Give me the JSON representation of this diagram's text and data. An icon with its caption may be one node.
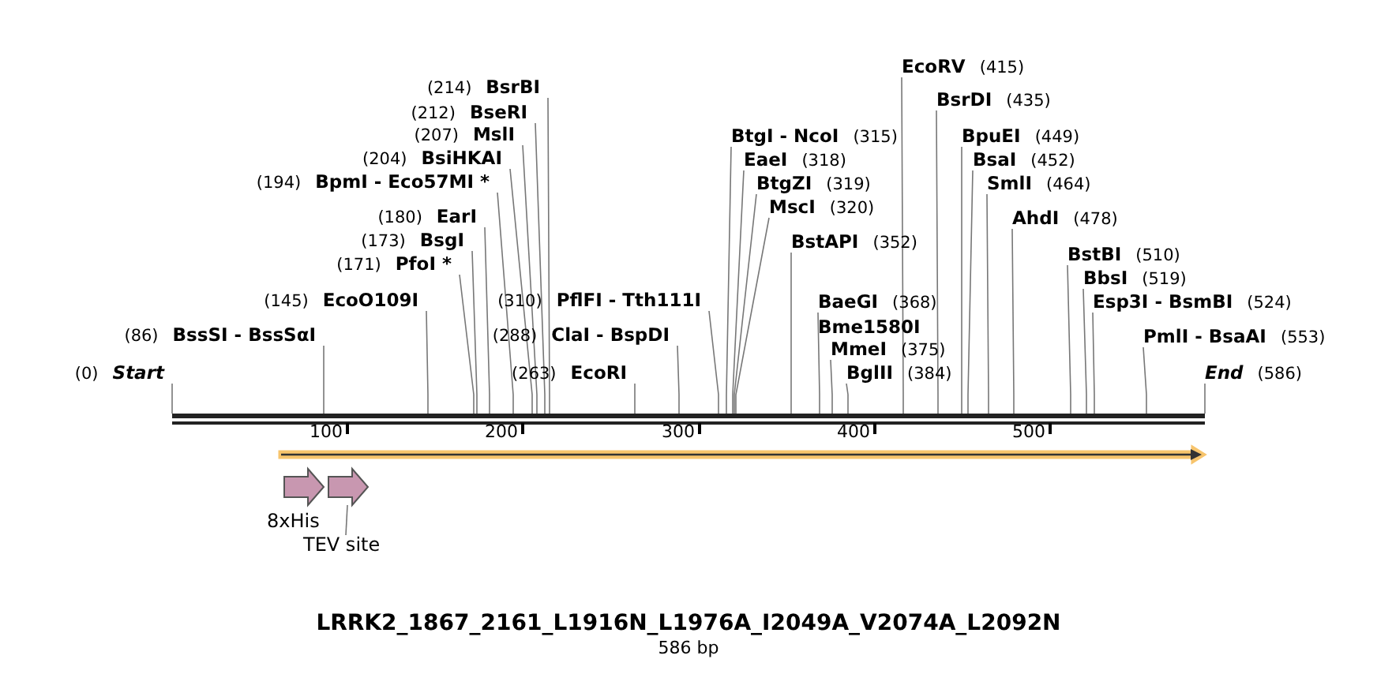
{
  "diagram": {
    "title": "LRRK2_1867_2161_L1916N_L1976A_I2049A_V2074A_L2092N",
    "caption": "586 bp",
    "nodes": [
      {
        "text": [],
        "shape": "bar"
      },
      {
        "text": [
          "(0)",
          "Start"
        ]
      },
      {
        "text": [
          "(86)",
          "BssSI - BssSαI"
        ]
      },
      {
        "text": [
          "(145)",
          "EcoO109I"
        ]
      },
      {
        "text": [
          "(171)",
          "PfoI *"
        ]
      },
      {
        "text": [
          "(173)",
          "BsgI"
        ]
      },
      {
        "text": [
          "(180)",
          "EarI"
        ]
      },
      {
        "text": [
          "(194)",
          "BpmI - Eco57MI *"
        ]
      },
      {
        "text": [
          "(204)",
          "BsiHKAI"
        ]
      },
      {
        "text": [
          "(207)",
          "MslI"
        ]
      },
      {
        "text": [
          "(212)",
          "BseRI"
        ]
      },
      {
        "text": [
          "(214)",
          "BsrBI"
        ]
      },
      {
        "text": [
          "(263)",
          "EcoRI"
        ]
      },
      {
        "text": [
          "(288)",
          "ClaI - BspDI"
        ]
      },
      {
        "text": [
          "(310)",
          "PflFI - Tth111I"
        ]
      },
      {
        "text": [
          "BtgI - NcoI",
          "(315)"
        ]
      },
      {
        "text": [
          "EaeI",
          "(318)"
        ]
      },
      {
        "text": [
          "BtgZI",
          "(319)"
        ]
      },
      {
        "text": [
          "MscI",
          "(320)"
        ]
      },
      {
        "text": [
          "BstAPI",
          "(352)"
        ]
      },
      {
        "text": [
          "BaeGI",
          "(368)",
          "Bme1580I"
        ]
      },
      {
        "text": [
          "MmeI",
          "(375)"
        ]
      },
      {
        "text": [
          "BglII",
          "(384)"
        ]
      },
      {
        "text": [
          "EcoRV",
          "(415)"
        ]
      },
      {
        "text": [
          "BsrDI",
          "(435)"
        ]
      },
      {
        "text": [
          "BpuEI",
          "(449)"
        ]
      },
      {
        "text": [
          "BsaI",
          "(452)"
        ]
      },
      {
        "text": [
          "SmlI",
          "(464)"
        ]
      },
      {
        "text": [
          "AhdI",
          "(478)"
        ]
      },
      {
        "text": [
          "BstBI",
          "(510)"
        ]
      },
      {
        "text": [
          "BbsI",
          "(519)"
        ]
      },
      {
        "text": [
          "Esp3I - BsmBI",
          "(524)"
        ]
      },
      {
        "text": [
          "PmlI - BsaAI",
          "(553)"
        ]
      },
      {
        "text": [
          "End",
          "(586)"
        ]
      },
      {
        "text": [],
        "shape": "arrow"
      },
      {
        "text": [],
        "shape": "pentagon",
        "beside": [
          "8xHis"
        ]
      },
      {
        "text": [],
        "shape": "pentagon"
      },
      {
        "text": [
          "TEV site"
        ]
      }
    ],
    "edges": [
      {
        "from": 1,
        "to": 0,
        "arrow": "none"
      },
      {
        "from": 2,
        "to": 0,
        "arrow": "none"
      },
      {
        "from": 3,
        "to": 0,
        "arrow": "none"
      },
      {
        "from": 4,
        "to": 0,
        "arrow": "none"
      },
      {
        "from": 5,
        "to": 0,
        "arrow": "none"
      },
      {
        "from": 6,
        "to": 0,
        "arrow": "none"
      },
      {
        "from": 7,
        "to": 0,
        "arrow": "none"
      },
      {
        "from": 8,
        "to": 0,
        "arrow": "none"
      },
      {
        "from": 9,
        "to": 0,
        "arrow": "none"
      },
      {
        "from": 10,
        "to": 0,
        "arrow": "none"
      },
      {
        "from": 11,
        "to": 0,
        "arrow": "none"
      },
      {
        "from": 12,
        "to": 0,
        "arrow": "none"
      },
      {
        "from": 13,
        "to": 0,
        "arrow": "none"
      },
      {
        "from": 14,
        "to": 0,
        "arrow": "none"
      },
      {
        "from": 15,
        "to": 0,
        "arrow": "none"
      },
      {
        "from": 16,
        "to": 0,
        "arrow": "none"
      },
      {
        "from": 17,
        "to": 0,
        "arrow": "none"
      },
      {
        "from": 18,
        "to": 0,
        "arrow": "none"
      },
      {
        "from": 19,
        "to": 0,
        "arrow": "none"
      },
      {
        "from": 20,
        "to": 0,
        "arrow": "none"
      },
      {
        "from": 21,
        "to": 0,
        "arrow": "none"
      },
      {
        "from": 22,
        "to": 0,
        "arrow": "none"
      },
      {
        "from": 23,
        "to": 0,
        "arrow": "none"
      },
      {
        "from": 24,
        "to": 0,
        "arrow": "none"
      },
      {
        "from": 25,
        "to": 0,
        "arrow": "none"
      },
      {
        "from": 26,
        "to": 0,
        "arrow": "none"
      },
      {
        "from": 27,
        "to": 0,
        "arrow": "none"
      },
      {
        "from": 28,
        "to": 0,
        "arrow": "none"
      },
      {
        "from": 29,
        "to": 0,
        "arrow": "none"
      },
      {
        "from": 30,
        "to": 0,
        "arrow": "none"
      },
      {
        "from": 31,
        "to": 0,
        "arrow": "none"
      },
      {
        "from": 32,
        "to": 0,
        "arrow": "none"
      },
      {
        "from": 33,
        "to": 0,
        "arrow": "none"
      },
      {
        "from": 37,
        "to": 36,
        "arrow": "none"
      }
    ],
    "labels": [
      "100",
      "200",
      "300",
      "400",
      "500"
    ]
  }
}
